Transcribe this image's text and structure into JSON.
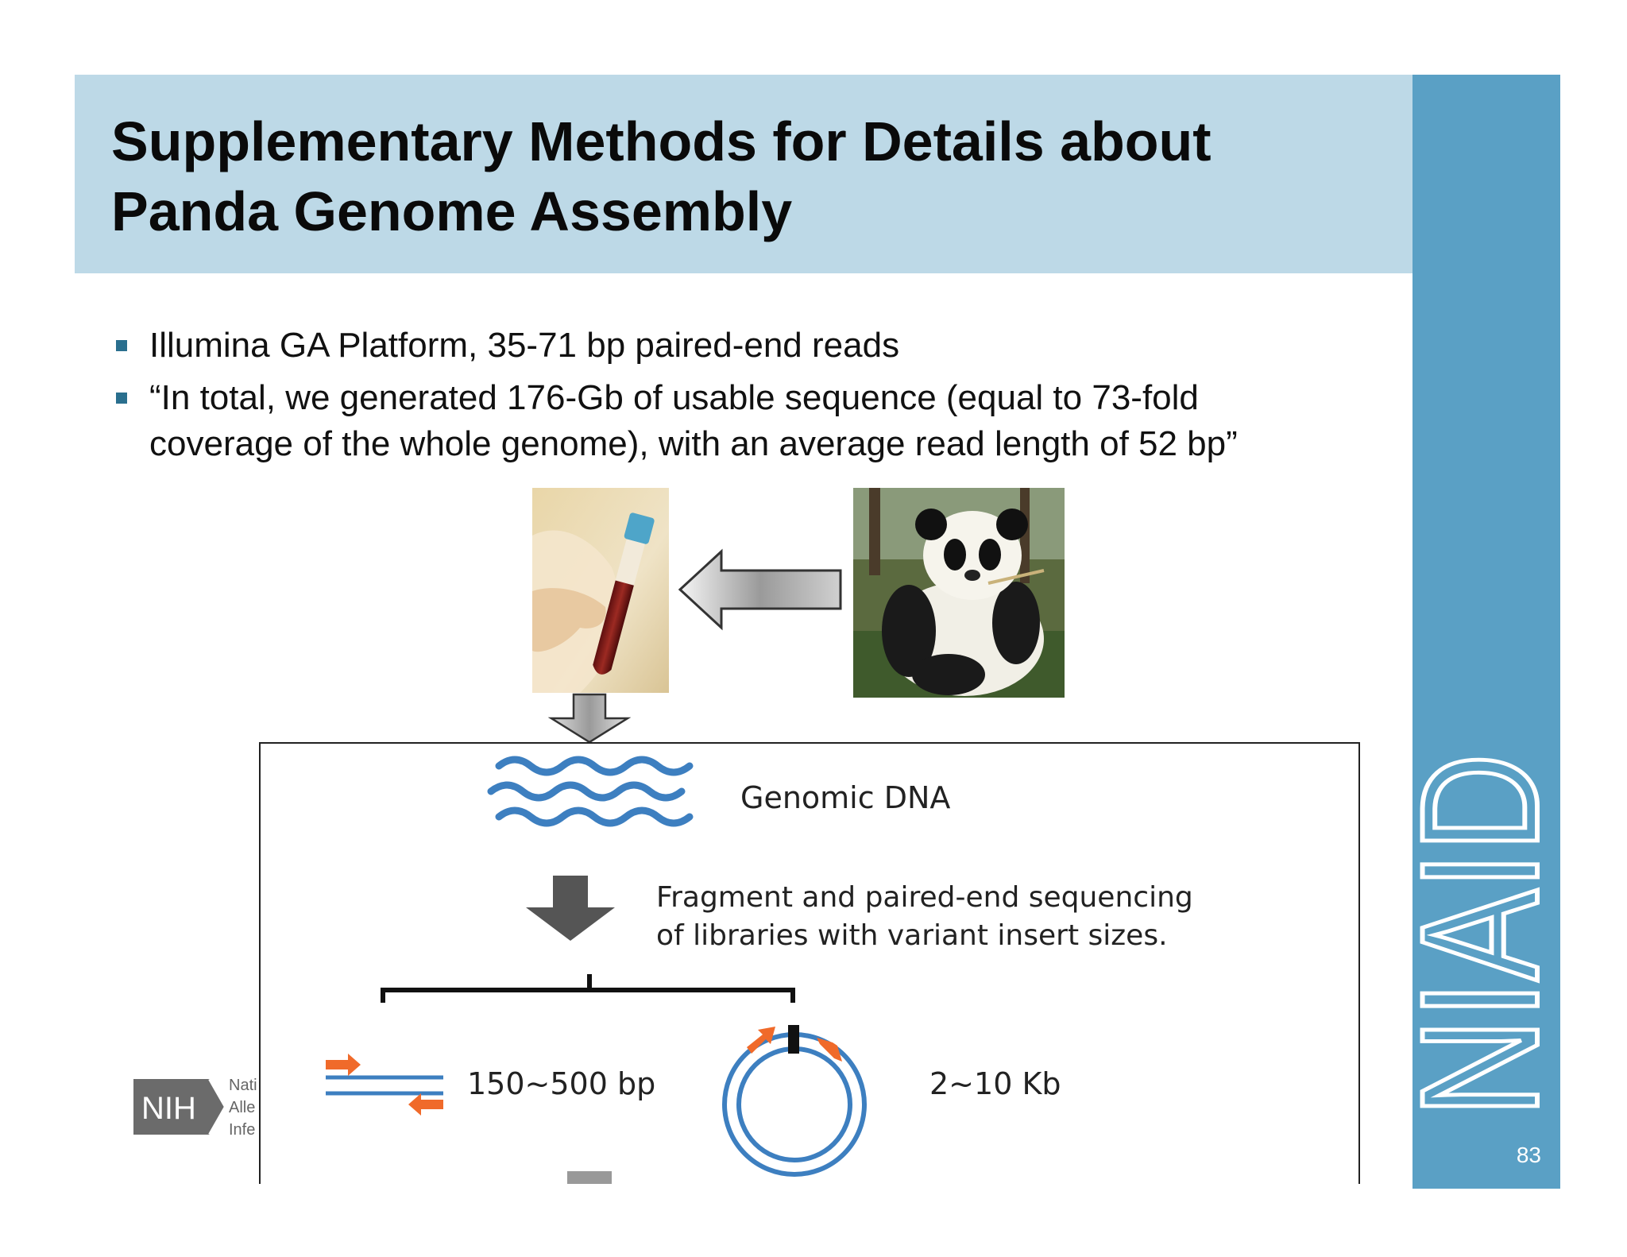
{
  "slide": {
    "title_line1": "Supplementary Methods for Details about",
    "title_line2": "Panda Genome Assembly",
    "bullets": [
      "Illumina GA Platform, 35-71 bp paired-end reads",
      "“In total, we generated 176-Gb of usable sequence (equal to 73-fold",
      "coverage of the whole genome), with an average read length of 52 bp”"
    ],
    "slide_number": "83",
    "side_logo": "NIAID"
  },
  "footer": {
    "nih_logo": "NIH",
    "institute_fragments": [
      "Nati",
      "Alle",
      "Infe"
    ]
  },
  "figure": {
    "genomic_dna_label": "Genomic DNA",
    "fragment_line1": "Fragment and paired-end sequencing",
    "fragment_line2": "of libraries with variant insert sizes.",
    "short_insert_label": "150~500 bp",
    "long_insert_label": "2~10 Kb"
  },
  "colors": {
    "header_band": "#bdd9e7",
    "side_band": "#5aa0c5",
    "bullet": "#2a6f8e",
    "dna_blue": "#3d7fc0",
    "arrow_orange": "#f06a2a"
  },
  "images": {
    "tube_photo": "blood-sample-tube",
    "panda_photo": "giant-panda-eating-bamboo"
  }
}
